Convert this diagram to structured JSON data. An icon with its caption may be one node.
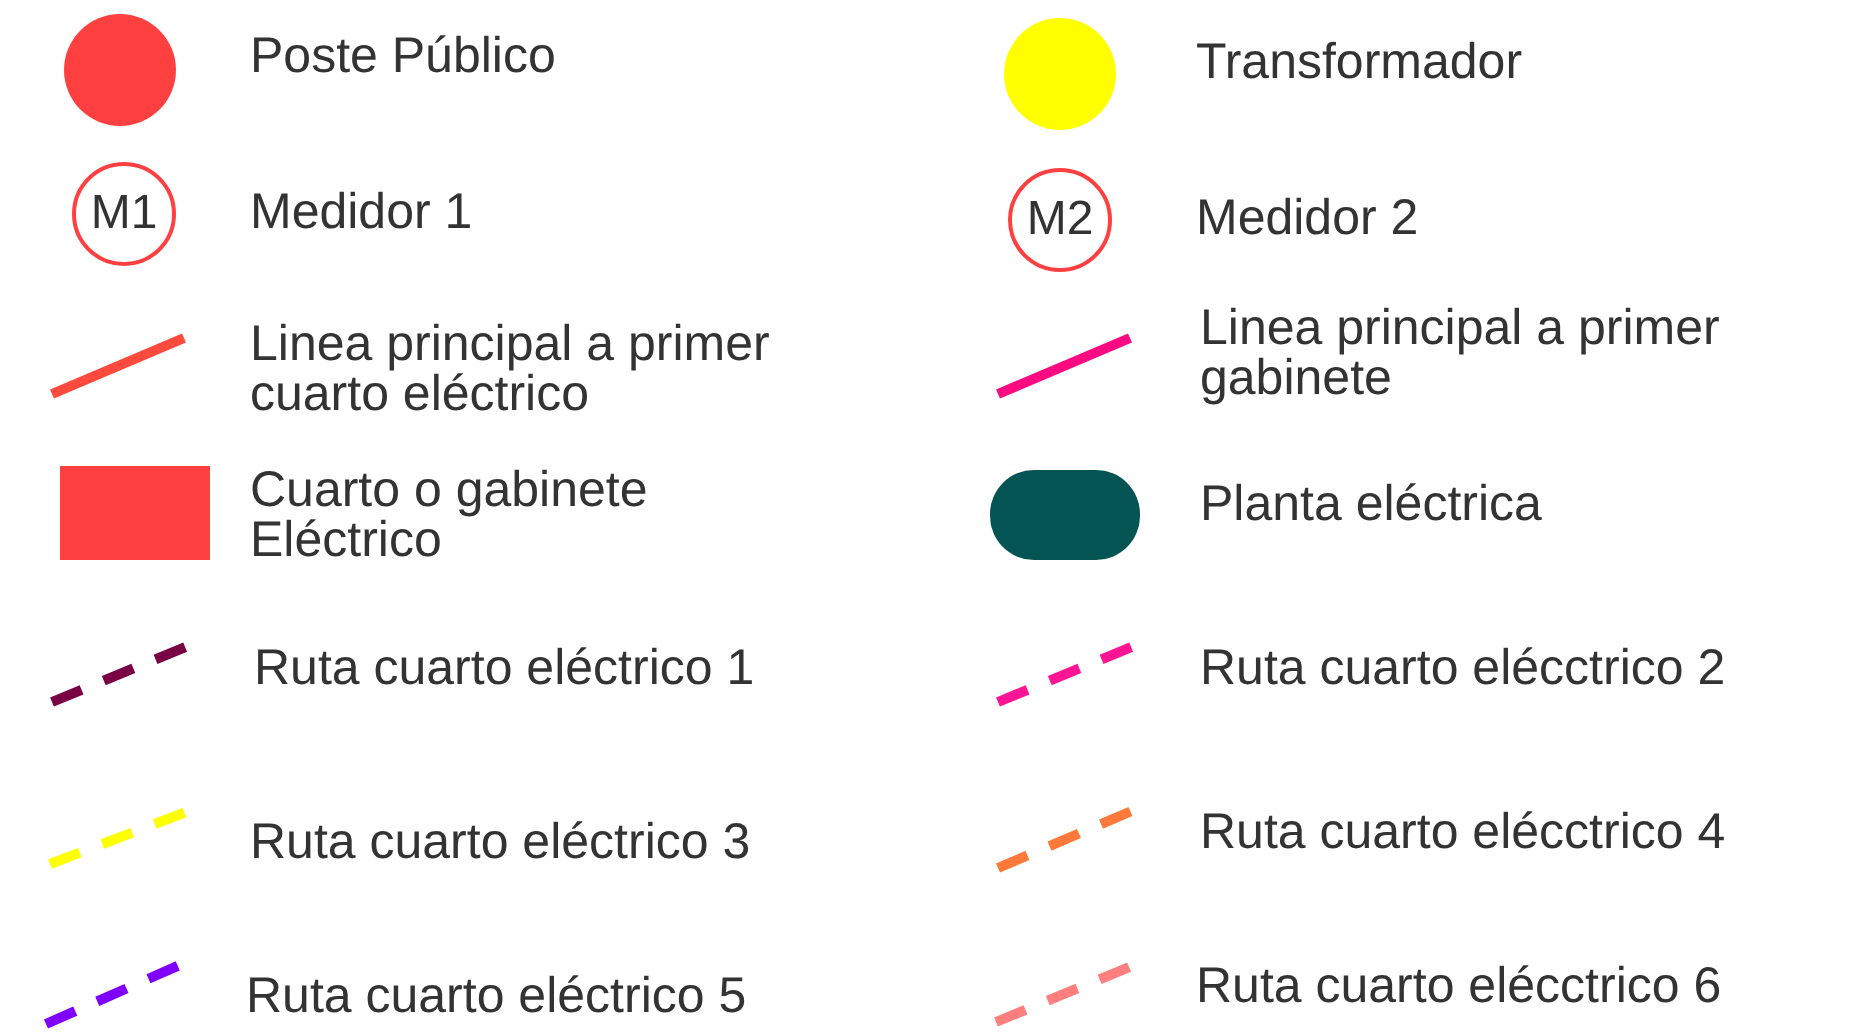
{
  "diagram": {
    "legend": [
      {
        "text": "Poste Público",
        "color": "#ff4040"
      },
      {
        "text": "Transformador",
        "color": "#ffff00"
      },
      {
        "text": "Medidor 1",
        "color": "#ff4040"
      },
      {
        "text": "Medidor 2",
        "color": "#ff4040"
      },
      {
        "text": "Linea principal a primer cuarto eléctrico",
        "color": "#ff4a3d"
      },
      {
        "text": "Linea principal a primer gabinete",
        "color": "#ff0a80"
      },
      {
        "text": "Cuarto o gabinete Eléctrico",
        "color": "#ff4040"
      },
      {
        "text": "Planta eléctrica",
        "color": "#045454"
      },
      {
        "text": "Ruta cuarto eléctrico 1",
        "color": "#7a0046"
      },
      {
        "text": "Ruta cuarto elécctrico 2",
        "color": "#ff1493"
      },
      {
        "text": "Ruta cuarto eléctrico 3",
        "color": "#ffff00"
      },
      {
        "text": "Ruta cuarto elécctrico 4",
        "color": "#ff7a3a"
      },
      {
        "text": "Ruta cuarto eléctrico 5",
        "color": "#7f00ff"
      },
      {
        "text": "Ruta cuarto elécctrico 6",
        "color": "#ff7f7f"
      }
    ],
    "labels": [
      "M1",
      "M2"
    ]
  }
}
